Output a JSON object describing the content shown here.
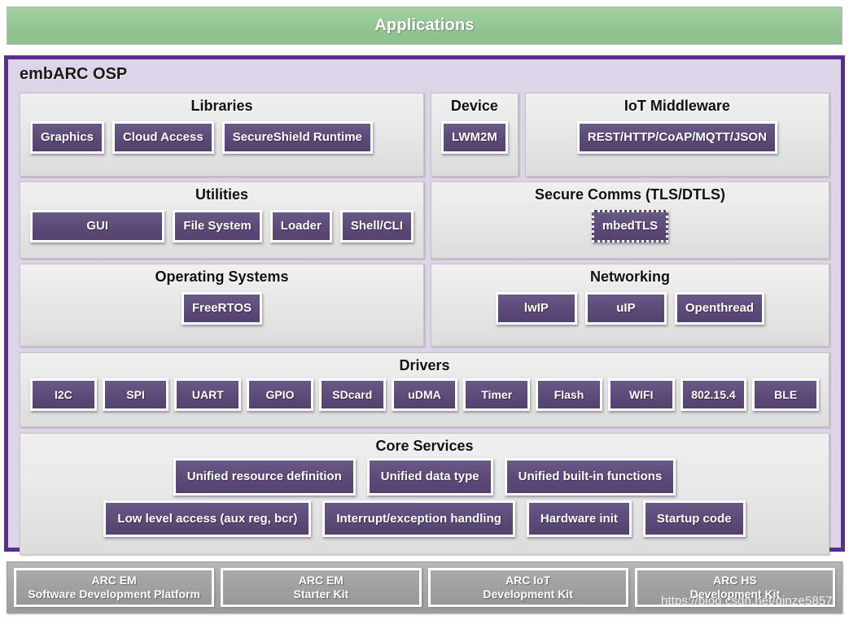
{
  "applications": {
    "label": "Applications",
    "color": "#93c593"
  },
  "osp": {
    "title": "embARC OSP",
    "border_color": "#5c2d91",
    "background_color": "#ded4e8",
    "chip_color": "#5e4c7a",
    "panels": [
      {
        "key": "libraries",
        "title": "Libraries",
        "items": [
          "Graphics",
          "Cloud Access",
          "SecureShield Runtime"
        ]
      },
      {
        "key": "device",
        "title": "Device",
        "items": [
          "LWM2M"
        ]
      },
      {
        "key": "iot_middleware",
        "title": "IoT Middleware",
        "items": [
          "REST/HTTP/CoAP/MQTT/JSON"
        ]
      },
      {
        "key": "utilities",
        "title": "Utilities",
        "items": [
          "GUI",
          "File System",
          "Loader",
          "Shell/CLI"
        ]
      },
      {
        "key": "secure_comms",
        "title": "Secure Comms  (TLS/DTLS)",
        "items": [
          "mbedTLS"
        ]
      },
      {
        "key": "operating_systems",
        "title": "Operating Systems",
        "items": [
          "FreeRTOS"
        ]
      },
      {
        "key": "networking",
        "title": "Networking",
        "items": [
          "lwIP",
          "uIP",
          "Openthread"
        ]
      },
      {
        "key": "drivers",
        "title": "Drivers",
        "items": [
          "I2C",
          "SPI",
          "UART",
          "GPIO",
          "SDcard",
          "uDMA",
          "Timer",
          "Flash",
          "WIFI",
          "802.15.4",
          "BLE"
        ]
      },
      {
        "key": "core_services",
        "title": "Core Services",
        "items_row1": [
          "Unified resource definition",
          "Unified data type",
          "Unified built-in functions"
        ],
        "items_row2": [
          "Low level access (aux reg, bcr)",
          "Interrupt/exception handling",
          "Hardware init",
          "Startup code"
        ]
      }
    ]
  },
  "hardware_kits": {
    "color": "#a0a0a0",
    "items": [
      {
        "line1": "ARC EM",
        "line2": "Software Development Platform"
      },
      {
        "line1": "ARC EM",
        "line2": "Starter Kit"
      },
      {
        "line1": "ARC IoT",
        "line2": "Development Kit"
      },
      {
        "line1": "ARC HS",
        "line2": "Development Kit"
      }
    ]
  },
  "watermark": {
    "text": "https://blog.csdn.net/qinze5857"
  }
}
